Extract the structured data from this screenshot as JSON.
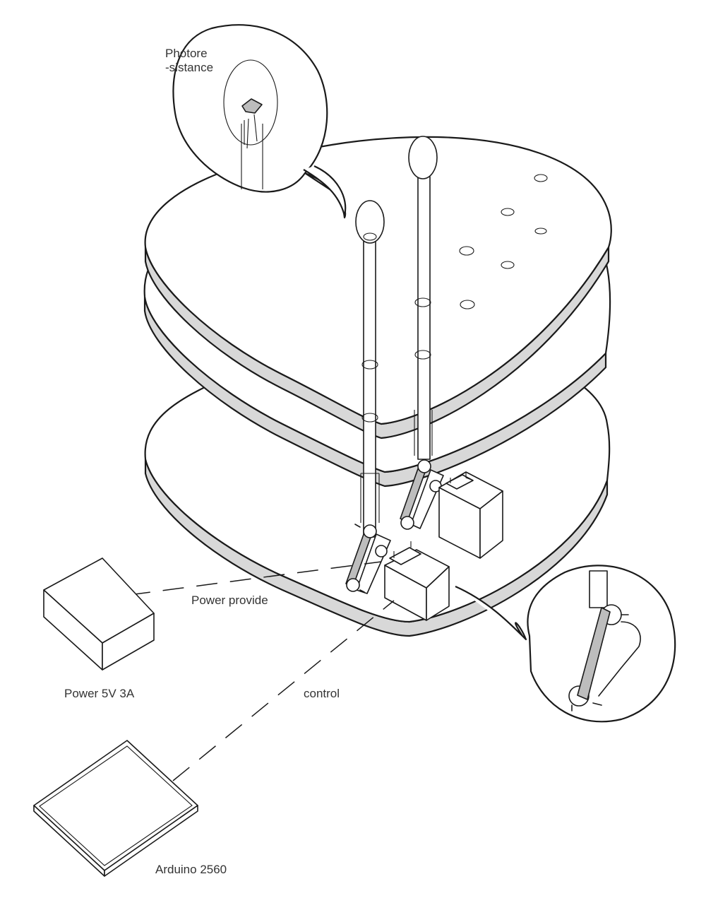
{
  "labels": {
    "photoresistance": "Photore\n-sistance",
    "power_provide": "Power provide",
    "power_supply": "Power 5V 3A",
    "control": "control",
    "arduino": "Arduino 2560"
  },
  "colors": {
    "line": "#1a1a1a",
    "shelf_rim": "#d8d8d8",
    "label_text": "#333333",
    "background": "#ffffff"
  }
}
